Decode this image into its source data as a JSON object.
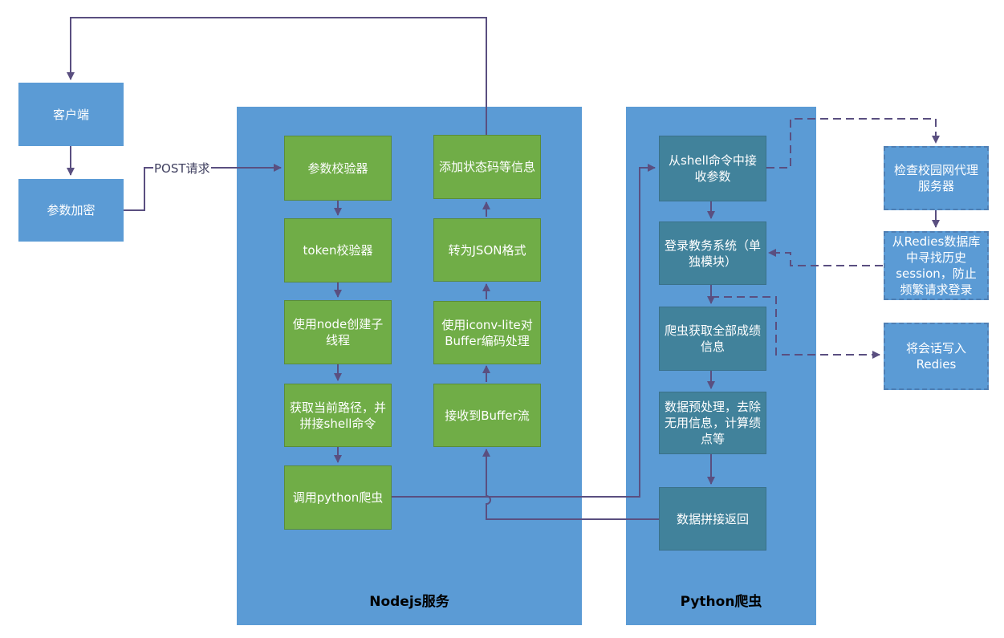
{
  "nodes": {
    "client": "客户端",
    "encrypt": "参数加密",
    "param_validator": "参数校验器",
    "token_validator": "token校验器",
    "child_process": "使用node创建子线程",
    "get_path": "获取当前路径，并拼接shell命令",
    "call_python": "调用python爬虫",
    "receive_buffer": "接收到Buffer流",
    "iconv_decode": "使用iconv-lite对Buffer编码处理",
    "to_json": "转为JSON格式",
    "add_status": "添加状态码等信息",
    "shell_params": "从shell命令中接收参数",
    "login": "登录教务系统（单独模块）",
    "crawl": "爬虫获取全部成绩信息",
    "preprocess": "数据预处理，去除无用信息，计算绩点等",
    "return_data": "数据拼接返回",
    "check_proxy": "检查校园网代理服务器",
    "redis_find": "从Redies数据库中寻找历史session，防止频繁请求登录",
    "redis_write": "将会话写入Redies"
  },
  "containers": {
    "nodejs": "Nodejs服务",
    "python": "Python爬虫"
  },
  "edge_labels": {
    "post": "POST请求"
  },
  "colors": {
    "container": "#5b9bd5",
    "green_box": "#70ad47",
    "teal_box": "#41829b",
    "edge": "#5a4f80"
  }
}
